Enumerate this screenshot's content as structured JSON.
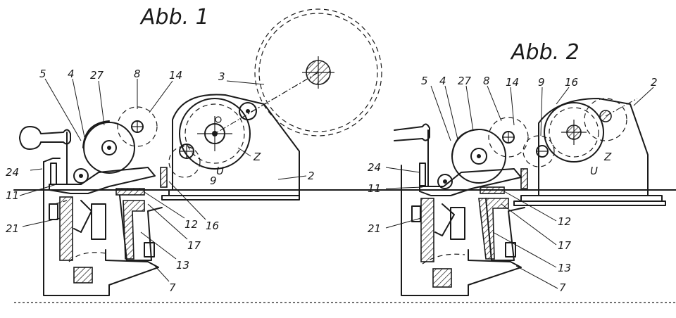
{
  "figures": [
    {
      "id": "fig1",
      "title": "Abb. 1",
      "labels": [
        {
          "id": "5",
          "text": "5"
        },
        {
          "id": "4",
          "text": "4"
        },
        {
          "id": "27",
          "text": "27"
        },
        {
          "id": "8",
          "text": "8"
        },
        {
          "id": "14",
          "text": "14"
        },
        {
          "id": "3",
          "text": "3"
        },
        {
          "id": "Z",
          "text": "Z"
        },
        {
          "id": "U",
          "text": "U"
        },
        {
          "id": "9",
          "text": "9"
        },
        {
          "id": "2",
          "text": "2"
        },
        {
          "id": "24",
          "text": "24"
        },
        {
          "id": "11",
          "text": "11"
        },
        {
          "id": "21",
          "text": "21"
        },
        {
          "id": "12",
          "text": "12"
        },
        {
          "id": "16",
          "text": "16"
        },
        {
          "id": "17",
          "text": "17"
        },
        {
          "id": "13",
          "text": "13"
        },
        {
          "id": "7",
          "text": "7"
        }
      ]
    },
    {
      "id": "fig2",
      "title": "Abb. 2",
      "labels": [
        {
          "id": "5",
          "text": "5"
        },
        {
          "id": "4",
          "text": "4"
        },
        {
          "id": "27",
          "text": "27"
        },
        {
          "id": "8",
          "text": "8"
        },
        {
          "id": "14",
          "text": "14"
        },
        {
          "id": "9",
          "text": "9"
        },
        {
          "id": "16",
          "text": "16"
        },
        {
          "id": "2",
          "text": "2"
        },
        {
          "id": "Z",
          "text": "Z"
        },
        {
          "id": "U",
          "text": "U"
        },
        {
          "id": "24",
          "text": "24"
        },
        {
          "id": "11",
          "text": "11"
        },
        {
          "id": "21",
          "text": "21"
        },
        {
          "id": "12",
          "text": "12"
        },
        {
          "id": "17",
          "text": "17"
        },
        {
          "id": "13",
          "text": "13"
        },
        {
          "id": "7",
          "text": "7"
        }
      ]
    }
  ],
  "colors": {
    "ink": "#1a1a1a",
    "paper": "#ffffff"
  }
}
